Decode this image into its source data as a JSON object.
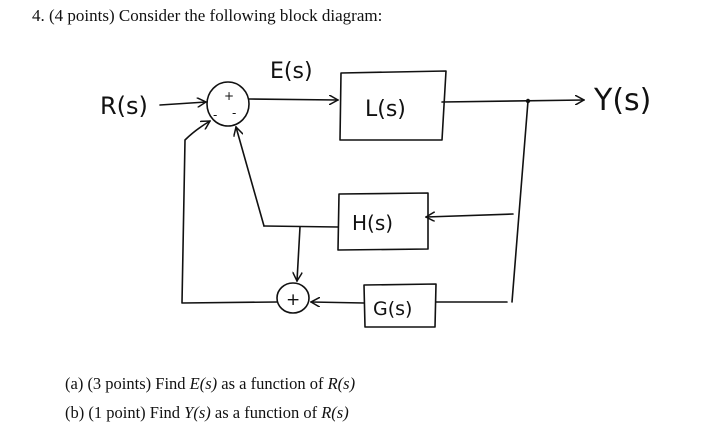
{
  "problem": {
    "title": "4. (4 points) Consider the following block diagram:"
  },
  "diagram": {
    "input_label": "R(s)",
    "error_label": "E(s)",
    "output_label": "Y(s)",
    "blocks": {
      "L": "L(s)",
      "H": "H(s)",
      "G": "G(s)"
    },
    "sum1_signs": {
      "top": "+",
      "bottom_left": "-",
      "bottom_right": "-"
    },
    "sum2_sign": "+"
  },
  "questions": [
    {
      "label": "(a) (3 points) Find ",
      "var": "E(s)",
      "rest": " as a function of ",
      "arg": "R(s)"
    },
    {
      "label": "(b) (1 point) Find ",
      "var": "Y(s)",
      "rest": " as a function of ",
      "arg": "R(s)"
    }
  ]
}
